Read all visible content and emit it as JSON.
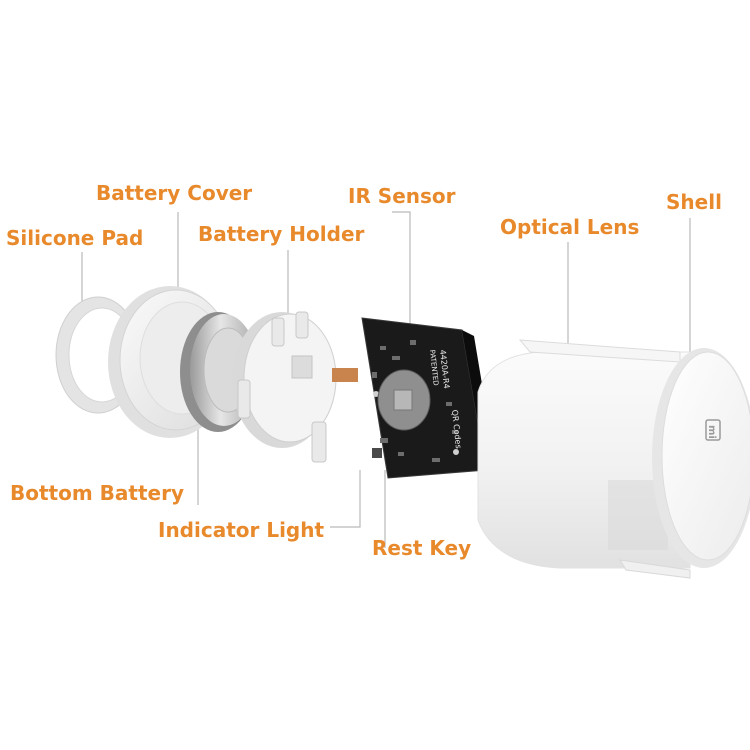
{
  "colors": {
    "label": "#e8892b",
    "leader": "#b9b9b9",
    "pcb": "#1a1a1a",
    "plastic": "#f2f2f2",
    "metal": "#c8c8c8"
  },
  "labels": {
    "battery_cover": "Battery Cover",
    "ir_sensor": "IR Sensor",
    "shell": "Shell",
    "silicone_pad": "Silicone Pad",
    "battery_holder": "Battery Holder",
    "optical_lens": "Optical Lens",
    "bottom_battery": "Bottom Battery",
    "indicator_light": "Indicator Light",
    "rest_key": "Rest Key"
  },
  "pcb_text": {
    "model": "4420A-R4",
    "patented": "PATENTED",
    "qr_codes": "QR Codes"
  },
  "shell_logo": "mi"
}
